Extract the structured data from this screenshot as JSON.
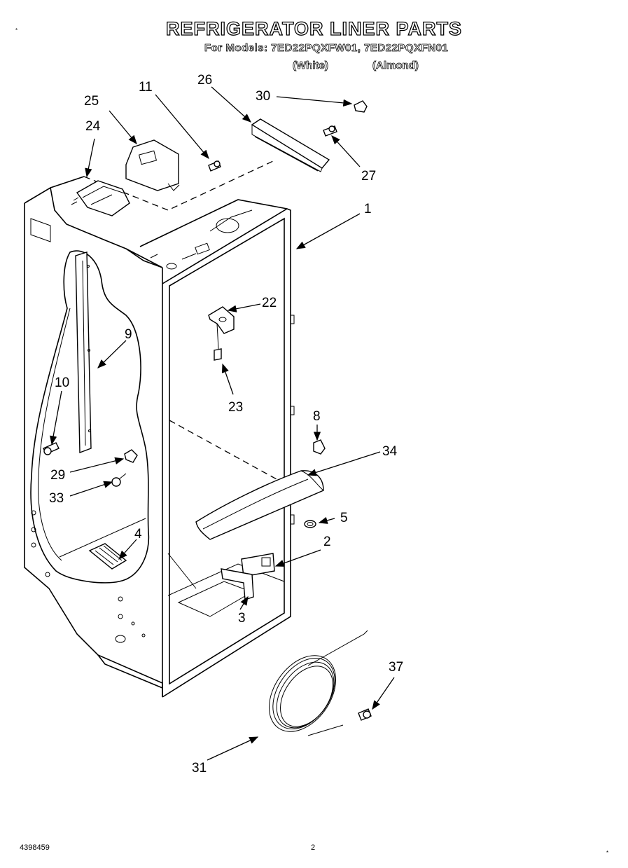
{
  "header": {
    "title": "REFRIGERATOR LINER PARTS",
    "models_line": "For Models: 7ED22PQXFW01, 7ED22PQXFN01",
    "variant_white": "(White)",
    "variant_almond": "(Almond)"
  },
  "footer": {
    "doc_number": "4398459",
    "page_number": "2"
  },
  "callouts": [
    "1",
    "2",
    "3",
    "4",
    "5",
    "8",
    "9",
    "10",
    "11",
    "22",
    "23",
    "24",
    "25",
    "26",
    "27",
    "29",
    "30",
    "31",
    "33",
    "34",
    "37"
  ]
}
